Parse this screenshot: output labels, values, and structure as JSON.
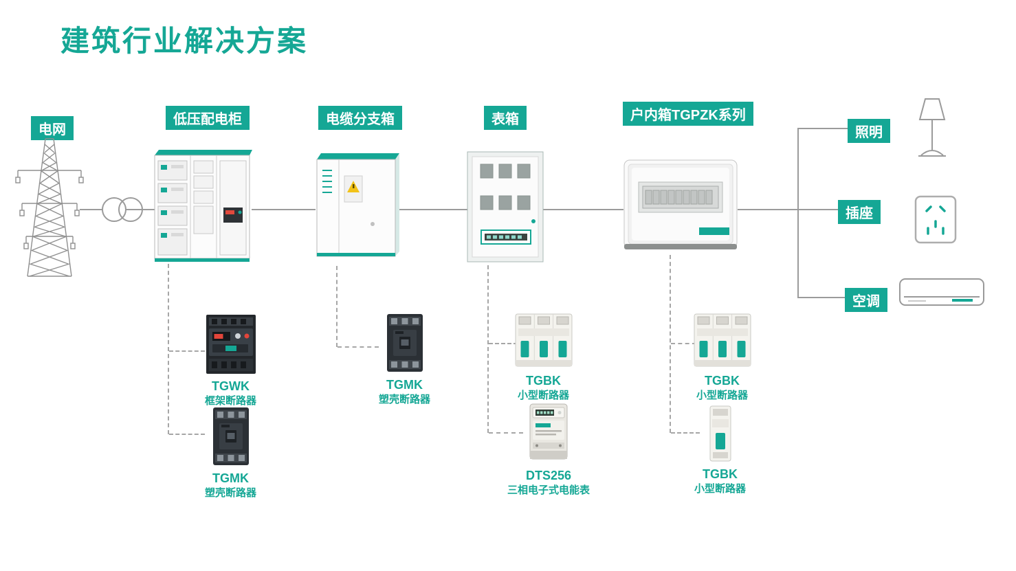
{
  "title": "建筑行业解决方案",
  "colors": {
    "accent": "#15A795",
    "line_gray": "#9b9b9b"
  },
  "flow": {
    "source": {
      "label": "电网"
    },
    "stages": [
      {
        "label": "低压配电柜"
      },
      {
        "label": "电缆分支箱"
      },
      {
        "label": "表箱"
      },
      {
        "label": "户内箱TGPZK系列"
      }
    ],
    "loads": [
      {
        "label": "照明",
        "icon": "lamp-icon"
      },
      {
        "label": "插座",
        "icon": "socket-icon"
      },
      {
        "label": "空调",
        "icon": "air-conditioner-icon"
      }
    ]
  },
  "products": [
    {
      "model": "TGWK",
      "name": "框架断路器",
      "connected_stage": "低压配电柜"
    },
    {
      "model": "TGMK",
      "name": "塑壳断路器",
      "connected_stage": "低压配电柜"
    },
    {
      "model": "TGMK",
      "name": "塑壳断路器",
      "connected_stage": "电缆分支箱"
    },
    {
      "model": "TGBK",
      "name": "小型断路器",
      "connected_stage": "表箱"
    },
    {
      "model": "DTS256",
      "name": "三相电子式电能表",
      "connected_stage": "表箱"
    },
    {
      "model": "TGBK",
      "name": "小型断路器",
      "connected_stage": "户内箱TGPZK系列"
    },
    {
      "model": "TGBK",
      "name": "小型断路器",
      "connected_stage": "户内箱TGPZK系列"
    }
  ]
}
